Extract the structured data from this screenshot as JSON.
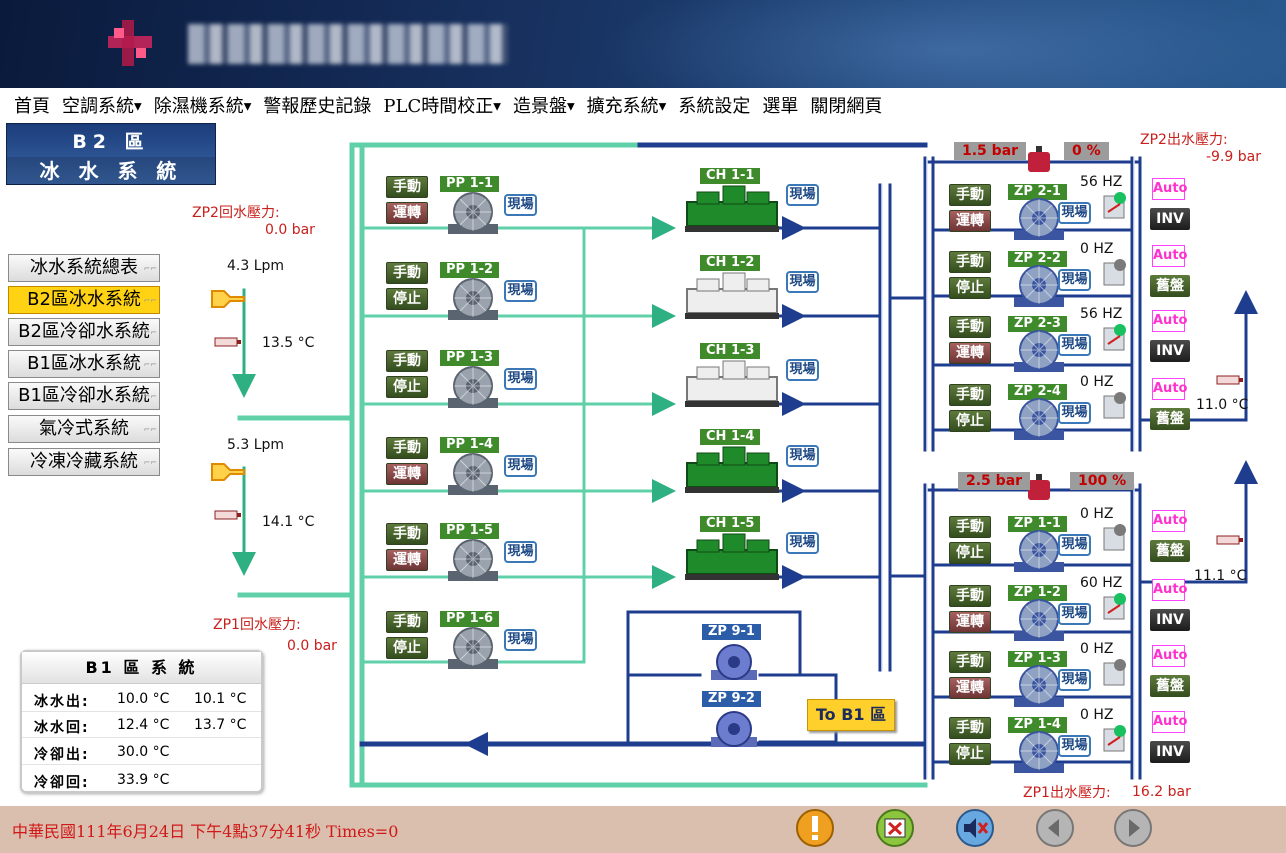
{
  "menu": [
    "首頁",
    "空調系統",
    "除濕機系統",
    "警報歷史記錄",
    "PLC時間校正",
    "造景盤",
    "擴充系統",
    "系統設定",
    "選單",
    "關閉網頁"
  ],
  "menu_has_dropdown": [
    false,
    true,
    true,
    false,
    true,
    true,
    true,
    false,
    false,
    false
  ],
  "title": {
    "line1": "B2 區",
    "line2": "冰 水 系 統"
  },
  "nav": [
    "冰水系統總表",
    "B2區冰水系統",
    "B2區冷卻水系統",
    "B1區冰水系統",
    "B1區冷卻水系統",
    "氣冷式系統",
    "冷凍冷藏系統"
  ],
  "nav_active": "B2區冰水系統",
  "left": {
    "zp2_return_label": "ZP2回水壓力:",
    "zp2_return_value": "0.0 bar",
    "flow1": "4.3 Lpm",
    "temp1": "13.5 °C",
    "flow2": "5.3 Lpm",
    "temp2": "14.1 °C",
    "zp1_return_label": "ZP1回水壓力:",
    "zp1_return_value": "0.0 bar"
  },
  "primary_pumps": [
    {
      "name": "PP 1-1",
      "mode": "手動",
      "state": "運轉",
      "local": "現場"
    },
    {
      "name": "PP 1-2",
      "mode": "手動",
      "state": "停止",
      "local": "現場"
    },
    {
      "name": "PP 1-3",
      "mode": "手動",
      "state": "停止",
      "local": "現場"
    },
    {
      "name": "PP 1-4",
      "mode": "手動",
      "state": "運轉",
      "local": "現場"
    },
    {
      "name": "PP 1-5",
      "mode": "手動",
      "state": "運轉",
      "local": "現場"
    },
    {
      "name": "PP 1-6",
      "mode": "手動",
      "state": "停止",
      "local": "現場"
    }
  ],
  "chillers": [
    {
      "name": "CH 1-1",
      "running": true,
      "local": "現場"
    },
    {
      "name": "CH 1-2",
      "running": false,
      "local": "現場"
    },
    {
      "name": "CH 1-3",
      "running": false,
      "local": "現場"
    },
    {
      "name": "CH 1-4",
      "running": true,
      "local": "現場"
    },
    {
      "name": "CH 1-5",
      "running": true,
      "local": "現場"
    }
  ],
  "transfer_pumps": [
    {
      "name": "ZP 9-1"
    },
    {
      "name": "ZP 9-2"
    }
  ],
  "to_b1": "To B1 區",
  "zp2": {
    "pressure": "1.5 bar",
    "valve": "0 %",
    "out_label": "ZP2出水壓力:",
    "out_value": "-9.9 bar",
    "temp": "11.0 °C",
    "pumps": [
      {
        "name": "ZP 2-1",
        "mode": "手動",
        "state": "運轉",
        "hz": "56 HZ",
        "local": "現場",
        "auto": "Auto",
        "drive": "INV"
      },
      {
        "name": "ZP 2-2",
        "mode": "手動",
        "state": "停止",
        "hz": "0 HZ",
        "local": "現場",
        "auto": "Auto",
        "drive": "舊盤"
      },
      {
        "name": "ZP 2-3",
        "mode": "手動",
        "state": "運轉",
        "hz": "56 HZ",
        "local": "現場",
        "auto": "Auto",
        "drive": "INV"
      },
      {
        "name": "ZP 2-4",
        "mode": "手動",
        "state": "停止",
        "hz": "0 HZ",
        "local": "現場",
        "auto": "Auto",
        "drive": "舊盤"
      }
    ]
  },
  "zp1": {
    "pressure": "2.5 bar",
    "valve": "100 %",
    "out_label": "ZP1出水壓力:",
    "out_value": "16.2 bar",
    "temp": "11.1 °C",
    "pumps": [
      {
        "name": "ZP 1-1",
        "mode": "手動",
        "state": "停止",
        "hz": "0 HZ",
        "local": "現場",
        "auto": "Auto",
        "drive": "舊盤"
      },
      {
        "name": "ZP 1-2",
        "mode": "手動",
        "state": "運轉",
        "hz": "60 HZ",
        "local": "現場",
        "auto": "Auto",
        "drive": "INV"
      },
      {
        "name": "ZP 1-3",
        "mode": "手動",
        "state": "運轉",
        "hz": "0 HZ",
        "local": "現場",
        "auto": "Auto",
        "drive": "舊盤"
      },
      {
        "name": "ZP 1-4",
        "mode": "手動",
        "state": "停止",
        "hz": "0 HZ",
        "local": "現場",
        "auto": "Auto",
        "drive": "INV"
      }
    ]
  },
  "b1panel": {
    "title": "B1 區 系 統",
    "rows": [
      {
        "k": "冰水出:",
        "v1": "10.0 °C",
        "v2": "10.1 °C"
      },
      {
        "k": "冰水回:",
        "v1": "12.4 °C",
        "v2": "13.7 °C"
      },
      {
        "k": "冷卻出:",
        "v1": "30.0 °C",
        "v2": ""
      },
      {
        "k": "冷卻回:",
        "v1": "33.9 °C",
        "v2": ""
      }
    ]
  },
  "status": "中華民國111年6月24日 下午4點37分41秒 Times=0",
  "colors": {
    "supply": "#5fd0a8",
    "return": "#1f3d8e",
    "running": "#1f7a2a",
    "idle": "#d8d8d8",
    "alarm": "#c8201c"
  }
}
